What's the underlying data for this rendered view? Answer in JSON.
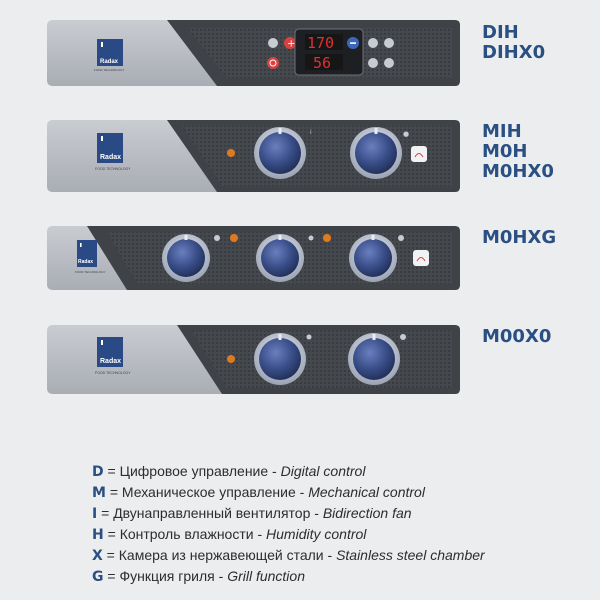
{
  "colors": {
    "panel_light": "#b9bdc3",
    "panel_dark": "#3f4247",
    "knob": "#3a4f8a",
    "display_red": "#e03030",
    "code_blue": "#2a4f83",
    "indicator_orange": "#e07a20"
  },
  "panels": [
    {
      "id": "digital",
      "brand": "Radax",
      "brand_sub": "FOOD TECHNOLOGY",
      "codes": [
        "DIH",
        "DIHX0"
      ],
      "display_top": "170",
      "display_bottom": "56"
    },
    {
      "id": "mechanical-2",
      "brand": "Radax",
      "brand_sub": "FOOD TECHNOLOGY",
      "codes": [
        "MIH",
        "M0H",
        "M0HX0"
      ],
      "knobs": 2
    },
    {
      "id": "mechanical-3",
      "brand": "Radax",
      "brand_sub": "FOOD TECHNOLOGY",
      "codes": [
        "M0HXG"
      ],
      "knobs": 3
    },
    {
      "id": "mechanical-basic",
      "brand": "Radax",
      "brand_sub": "FOOD TECHNOLOGY",
      "codes": [
        "M00X0"
      ],
      "knobs": 2
    }
  ],
  "legend": [
    {
      "letter": "D",
      "eq": " = ",
      "ru": "Цифровое управление - ",
      "en": "Digital control"
    },
    {
      "letter": "M",
      "eq": " = ",
      "ru": "Механическое управление - ",
      "en": "Mechanical control"
    },
    {
      "letter": "I",
      "eq": " = ",
      "ru": "Двунаправленный вентилятор - ",
      "en": "Bidirection fan"
    },
    {
      "letter": "H",
      "eq": " = ",
      "ru": "Контроль влажности - ",
      "en": "Humidity control"
    },
    {
      "letter": "X",
      "eq": " = ",
      "ru": "Камера из нержавеющей стали - ",
      "en": "Stainless steel chamber"
    },
    {
      "letter": "G",
      "eq": " = ",
      "ru": "Функция гриля - ",
      "en": "Grill function"
    }
  ]
}
